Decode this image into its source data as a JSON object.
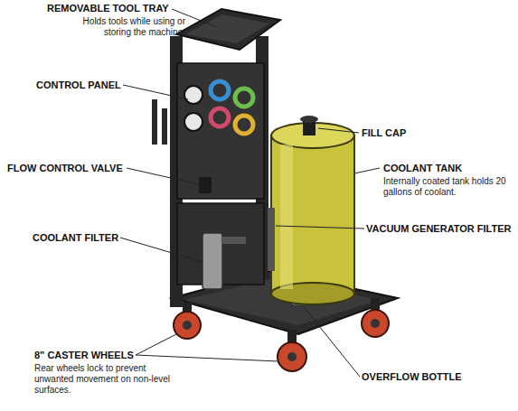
{
  "diagram": {
    "labels": [
      "REMOVABLE TOOL TRAY",
      "Holds tools while using or storing the machine.",
      "CONTROL PANEL",
      "FILL CAP",
      "COOLANT TANK",
      "Internally coated tank holds 20 gallons of coolant.",
      "FLOW CONTROL VALVE",
      "VACUUM GENERATOR FILTER",
      "COOLANT FILTER",
      "8\" CASTER WHEELS",
      "Rear wheels lock to prevent unwanted movement on non-level surfaces.",
      "OVERFLOW BOTTLE"
    ]
  }
}
